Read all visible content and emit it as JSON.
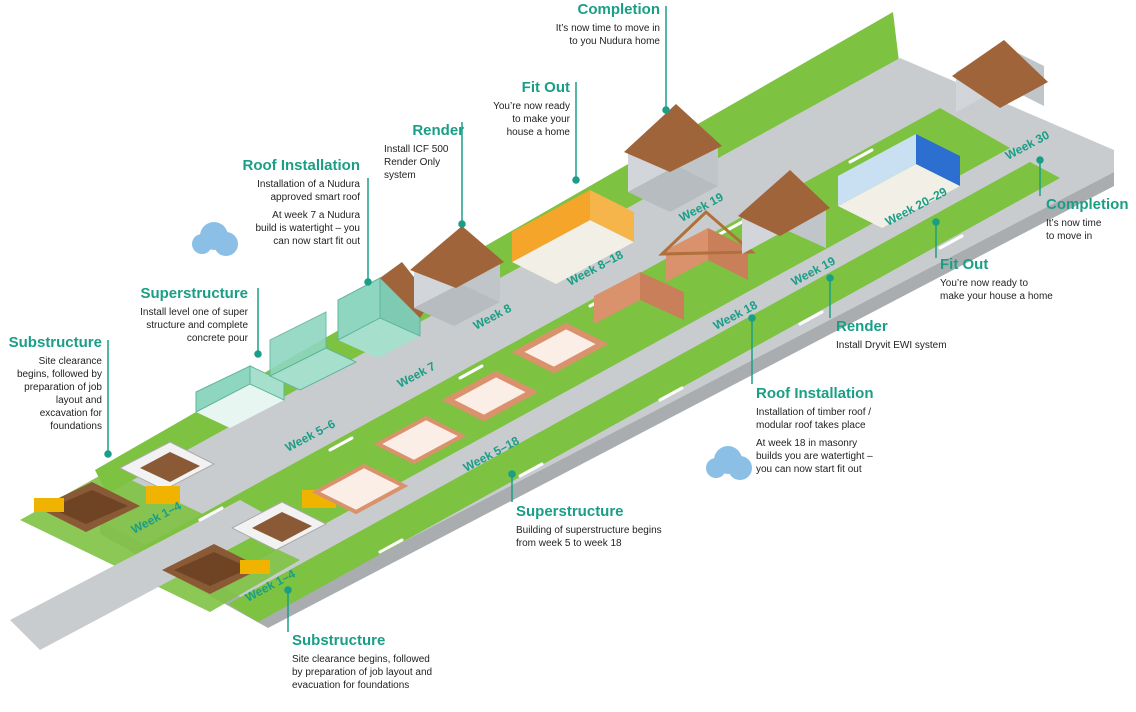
{
  "colors": {
    "accent": "#1a9e86",
    "grass": "#7ec242",
    "road": "#c9ccce",
    "icf": "#8fd6c0",
    "brick": "#d9926c",
    "roof": "#a0643a",
    "wall": "#c8ccd0"
  },
  "top_row": {
    "annotations": [
      {
        "title": "Substructure",
        "lines": [
          "Site clearance",
          "begins, followed by",
          "preparation of job",
          "layout and",
          "excavation for",
          "foundations"
        ]
      },
      {
        "title": "Superstructure",
        "lines": [
          "Install level one of super",
          "structure and complete",
          "concrete pour"
        ]
      },
      {
        "title": "Roof Installation",
        "lines": [
          "Installation of a Nudura",
          "approved smart roof"
        ],
        "lines2": [
          "At week 7 a Nudura",
          "build is watertight – you",
          "can now start fit out"
        ]
      },
      {
        "title": "Render",
        "lines": [
          "Install ICF 500",
          "Render Only",
          "system"
        ]
      },
      {
        "title": "Fit Out",
        "lines": [
          "You’re now ready",
          "to make your",
          "house a home"
        ]
      },
      {
        "title": "Completion",
        "lines": [
          "It’s now time to move in",
          "to you Nudura home"
        ]
      }
    ],
    "weeks": [
      "Week 1–4",
      "Week 5–6",
      "Week 7",
      "Week 8",
      "Week 8–18",
      "Week 19"
    ]
  },
  "bottom_row": {
    "annotations": [
      {
        "title": "Substructure",
        "lines": [
          "Site clearance begins, followed",
          "by preparation of job layout and",
          "evacuation for foundations"
        ]
      },
      {
        "title": "Superstructure",
        "lines": [
          "Building of superstructure begins",
          "from week 5 to week 18"
        ]
      },
      {
        "title": "Roof Installation",
        "lines": [
          "Installation of timber roof /",
          "modular roof takes place"
        ],
        "lines2": [
          "At week 18 in masonry",
          "builds you are watertight –",
          "you can now start fit out"
        ]
      },
      {
        "title": "Render",
        "lines": [
          "Install Dryvit EWI system"
        ]
      },
      {
        "title": "Fit Out",
        "lines": [
          "You’re now ready to",
          "make your house a home"
        ]
      },
      {
        "title": "Completion",
        "lines": [
          "It’s now time",
          "to move in"
        ]
      }
    ],
    "weeks": [
      "Week 1–4",
      "Week 5–18",
      "Week 18",
      "Week 19",
      "Week 20–29",
      "Week 30"
    ]
  }
}
